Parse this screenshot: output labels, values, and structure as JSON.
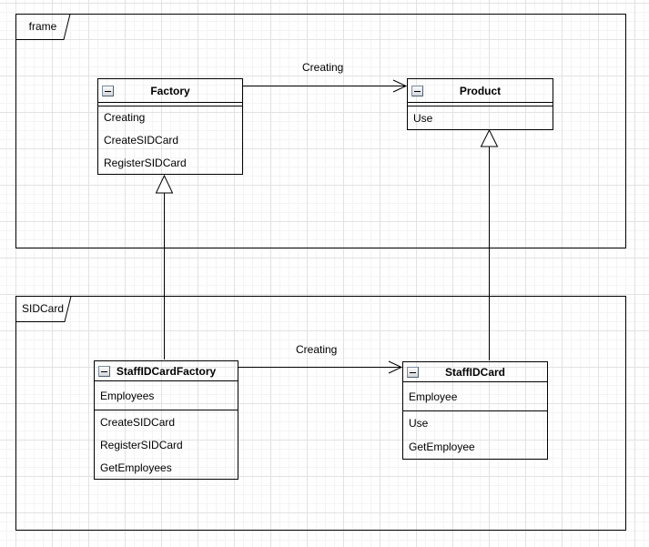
{
  "diagram": {
    "frames": {
      "frame": {
        "label": "frame"
      },
      "sidcard": {
        "label": "SIDCard"
      }
    },
    "classes": {
      "factory": {
        "title": "Factory",
        "attributes": [],
        "methods": [
          "Creating",
          "CreateSIDCard",
          "RegisterSIDCard"
        ]
      },
      "product": {
        "title": "Product",
        "attributes": [],
        "methods": [
          "Use"
        ]
      },
      "staff_factory": {
        "title": "StaffIDCardFactory",
        "attributes": [
          "Employees"
        ],
        "methods": [
          "CreateSIDCard",
          "RegisterSIDCard",
          "GetEmployees"
        ]
      },
      "staff_card": {
        "title": "StaffIDCard",
        "attributes": [
          "Employee"
        ],
        "methods": [
          "Use",
          "GetEmployee"
        ]
      }
    },
    "edges": {
      "factory_creates_product": {
        "label": "Creating",
        "kind": "directed-open-arrow"
      },
      "staff_factory_creates_staff_card": {
        "label": "Creating",
        "kind": "directed-open-arrow"
      },
      "staff_factory_generalizes_factory": {
        "kind": "generalization-hollow-triangle"
      },
      "staff_card_generalizes_product": {
        "kind": "generalization-hollow-triangle"
      }
    },
    "icons": {
      "collapse": "minus-icon"
    },
    "colors": {
      "stroke": "#000000",
      "shape_fill": "transparent",
      "grid_minor": "#f4f4f4",
      "grid_major": "#e2e2e2",
      "canvas_background": "#ffffff"
    }
  }
}
